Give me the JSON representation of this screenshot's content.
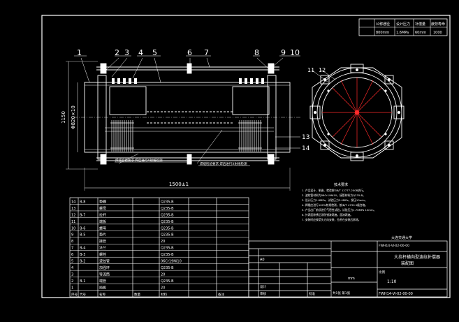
{
  "spec_table": {
    "headers": [
      "公称通径",
      "设计压力",
      "补偿量",
      "疲劳寿命"
    ],
    "values": [
      "800mm",
      "1.6MPa",
      "60mm",
      "1000"
    ]
  },
  "balloons": [
    "1",
    "2",
    "3",
    "4",
    "5",
    "6",
    "7",
    "8",
    "9",
    "10"
  ],
  "side_balloons": [
    "11",
    "12"
  ],
  "right_balloons": [
    "13",
    "14"
  ],
  "dims": {
    "height": "1150",
    "dia": "Φ820×10",
    "length": "1500±1"
  },
  "leaders": [
    "焊缝检验要求 焊后进行X射线检测",
    "焊缝检验要求 焊后进行X射线检测"
  ],
  "notes": {
    "title": "技术要求",
    "lines": [
      "1. 产品设计、制造、检验按GB/T 12777-2008执行。",
      "2. 波纹管材料为06Cr19Ni10，接管材料为Q235-B。",
      "3. 设计压力1.6MPa，试验压力2.4MPa，保压10min。",
      "4. 焊缝应进行100%射线检测，按JB/T 4730 II级合格。",
      "5. 产品出厂前须进行气密性试验，试验压力1.76MPa 10min。",
      "6. 外表面除锈后涂防锈漆两遍，面漆两遍。",
      "7. 安装时应按箭头方向安装，拉杆在安装后拆除。"
    ]
  },
  "bom": {
    "rows": [
      {
        "no": "14",
        "code": "B-8",
        "name": "垫圈",
        "qty": "",
        "mat": "Q235-B"
      },
      {
        "no": "13",
        "code": "",
        "name": "螺母",
        "qty": "",
        "mat": "Q235-B"
      },
      {
        "no": "12",
        "code": "B-7",
        "name": "拉杆",
        "qty": "",
        "mat": "Q235-B"
      },
      {
        "no": "11",
        "code": "",
        "name": "端板",
        "qty": "",
        "mat": "Q235-B"
      },
      {
        "no": "10",
        "code": "B-6",
        "name": "螺母",
        "qty": "",
        "mat": "Q235-B"
      },
      {
        "no": "9",
        "code": "B-5",
        "name": "垫片",
        "qty": "",
        "mat": "Q235-B"
      },
      {
        "no": "8",
        "code": "",
        "name": "接管",
        "qty": "",
        "mat": "20"
      },
      {
        "no": "7",
        "code": "B-4",
        "name": "法兰",
        "qty": "",
        "mat": "Q235-B"
      },
      {
        "no": "6",
        "code": "B-3",
        "name": "螺栓",
        "qty": "",
        "mat": "Q235-B"
      },
      {
        "no": "5",
        "code": "B-2",
        "name": "波纹管",
        "qty": "",
        "mat": "06Cr19Ni10"
      },
      {
        "no": "4",
        "code": "",
        "name": "加强环",
        "qty": "",
        "mat": "Q235-B"
      },
      {
        "no": "3",
        "code": "",
        "name": "导流筒",
        "qty": "",
        "mat": "20"
      },
      {
        "no": "2",
        "code": "B-1",
        "name": "端管",
        "qty": "",
        "mat": "Q235-B"
      },
      {
        "no": "1",
        "code": "",
        "name": "挡板",
        "qty": "",
        "mat": "20"
      }
    ],
    "header": [
      "序号",
      "代号",
      "名称",
      "数量",
      "材料",
      "备注"
    ]
  },
  "title_block": {
    "company": "大连交通大学",
    "drawing_title": "大拉杆横向型波纹补偿器",
    "subtitle": "装配图",
    "scale_label": "比例",
    "scale": "1:10",
    "unit": "mm",
    "code": "FWH14-Ⅵ-02-00-00",
    "design": "设计",
    "check": "审核",
    "approve": "批准",
    "mark_a0": "A0",
    "sheet": "共1张 第1张"
  }
}
